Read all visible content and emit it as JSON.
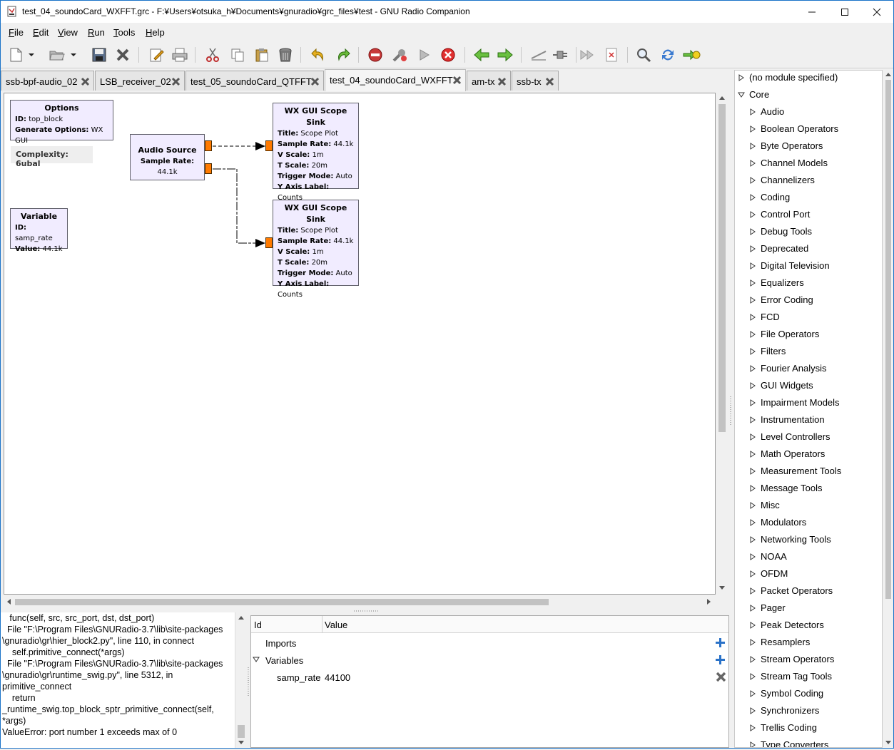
{
  "window": {
    "title": "test_04_soundoCard_WXFFT.grc - F:¥Users¥otsuka_h¥Documents¥gnuradio¥grc_files¥test - GNU Radio Companion"
  },
  "menu": [
    {
      "label": "File",
      "u": "F",
      "rest": "ile"
    },
    {
      "label": "Edit",
      "u": "E",
      "rest": "dit"
    },
    {
      "label": "View",
      "u": "V",
      "rest": "iew"
    },
    {
      "label": "Run",
      "u": "R",
      "rest": "un"
    },
    {
      "label": "Tools",
      "u": "T",
      "rest": "ools"
    },
    {
      "label": "Help",
      "u": "H",
      "rest": "elp"
    }
  ],
  "tabs": [
    {
      "label": "ssb-bpf-audio_02"
    },
    {
      "label": "LSB_receiver_02"
    },
    {
      "label": "test_05_soundoCard_QTFFT"
    },
    {
      "label": "test_04_soundoCard_WXFFT"
    },
    {
      "label": "am-tx"
    },
    {
      "label": "ssb-tx"
    }
  ],
  "flowgraph": {
    "options_block": {
      "title": "Options",
      "params": [
        {
          "k": "ID:",
          "v": " top_block"
        },
        {
          "k": "Generate Options:",
          "v": " WX GUI"
        }
      ]
    },
    "complexity": "Complexity: 6ubal",
    "variable_block": {
      "title": "Variable",
      "params": [
        {
          "k": "ID:",
          "v": " samp_rate"
        },
        {
          "k": "Value:",
          "v": " 44.1k"
        }
      ]
    },
    "audio_source": {
      "title": "Audio Source",
      "params": [
        {
          "k": "Sample Rate:",
          "v": " 44.1k"
        }
      ]
    },
    "scope_sink_1": {
      "title": "WX GUI Scope Sink",
      "params": [
        {
          "k": "Title:",
          "v": " Scope Plot"
        },
        {
          "k": "Sample Rate:",
          "v": " 44.1k"
        },
        {
          "k": "V Scale:",
          "v": " 1m"
        },
        {
          "k": "T Scale:",
          "v": " 20m"
        },
        {
          "k": "Trigger Mode:",
          "v": " Auto"
        },
        {
          "k": "Y Axis Label:",
          "v": " Counts"
        }
      ]
    },
    "scope_sink_2": {
      "title": "WX GUI Scope Sink",
      "params": [
        {
          "k": "Title:",
          "v": " Scope Plot"
        },
        {
          "k": "Sample Rate:",
          "v": " 44.1k"
        },
        {
          "k": "V Scale:",
          "v": " 1m"
        },
        {
          "k": "T Scale:",
          "v": " 20m"
        },
        {
          "k": "Trigger Mode:",
          "v": " Auto"
        },
        {
          "k": "Y Axis Label:",
          "v": " Counts"
        }
      ]
    }
  },
  "console": {
    "lines": [
      "   func(self, src, src_port, dst, dst_port)",
      "  File \"F:\\Program Files\\GNURadio-3.7\\lib\\site-packages",
      "\\gnuradio\\gr\\hier_block2.py\", line 110, in connect",
      "    self.primitive_connect(*args)",
      "  File \"F:\\Program Files\\GNURadio-3.7\\lib\\site-packages",
      "\\gnuradio\\gr\\runtime_swig.py\", line 5312, in",
      "primitive_connect",
      "    return",
      "_runtime_swig.top_block_sptr_primitive_connect(self,",
      "*args)",
      "ValueError: port number 1 exceeds max of 0"
    ]
  },
  "variable_editor": {
    "col_id": "Id",
    "col_value": "Value",
    "imports_label": "Imports",
    "variables_label": "Variables",
    "var_name": "samp_rate",
    "var_value": "44100"
  },
  "block_tree": {
    "root_items": [
      {
        "label": "(no module specified)",
        "expanded": false
      }
    ],
    "core_label": "Core",
    "categories": [
      "Audio",
      "Boolean Operators",
      "Byte Operators",
      "Channel Models",
      "Channelizers",
      "Coding",
      "Control Port",
      "Debug Tools",
      "Deprecated",
      "Digital Television",
      "Equalizers",
      "Error Coding",
      "FCD",
      "File Operators",
      "Filters",
      "Fourier Analysis",
      "GUI Widgets",
      "Impairment Models",
      "Instrumentation",
      "Level Controllers",
      "Math Operators",
      "Measurement Tools",
      "Message Tools",
      "Misc",
      "Modulators",
      "Networking Tools",
      "NOAA",
      "OFDM",
      "Packet Operators",
      "Pager",
      "Peak Detectors",
      "Resamplers",
      "Stream Operators",
      "Stream Tag Tools",
      "Symbol Coding",
      "Synchronizers",
      "Trellis Coding",
      "Type Converters"
    ]
  },
  "colors": {
    "block_bg": "#f1ecff",
    "port": "#ff7a00",
    "accent": "#1a73c8"
  }
}
